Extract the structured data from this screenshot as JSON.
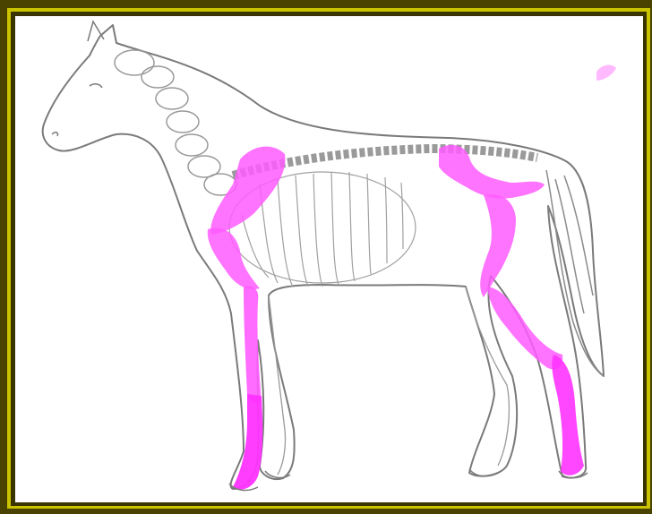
{
  "figure": {
    "subject": "horse-skeleton-outline",
    "highlighted_bones": [
      "scapula",
      "humerus",
      "radius",
      "cannon-bone-fore",
      "pelvis",
      "femur",
      "tibia",
      "cannon-bone-hind"
    ]
  },
  "colors": {
    "frame_outer": "#4a4300",
    "frame_inner": "#c9c300",
    "canvas_bg": "#ffffff",
    "outline": "#7a7a7a",
    "skeleton": "#8e8e8e",
    "highlight": "#ff5cff",
    "highlight_dark": "#e020e0"
  }
}
